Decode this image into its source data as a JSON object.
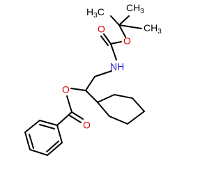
{
  "molecule": {
    "atom_colors": {
      "carbon": "#000000",
      "oxygen": "#e00000",
      "nitrogen": "#2020e0"
    },
    "labels": {
      "h3c": {
        "main": "H",
        "sub": "3",
        "tail": "C"
      },
      "ch3_top": {
        "main": "CH",
        "sub": "3"
      },
      "ch3_right": {
        "main": "CH",
        "sub": "3"
      },
      "o_tbu": "O",
      "o_carbonyl_carbamate": "O",
      "nh": "NH",
      "o_ester": "O",
      "o_carbonyl_ester": "O"
    }
  }
}
